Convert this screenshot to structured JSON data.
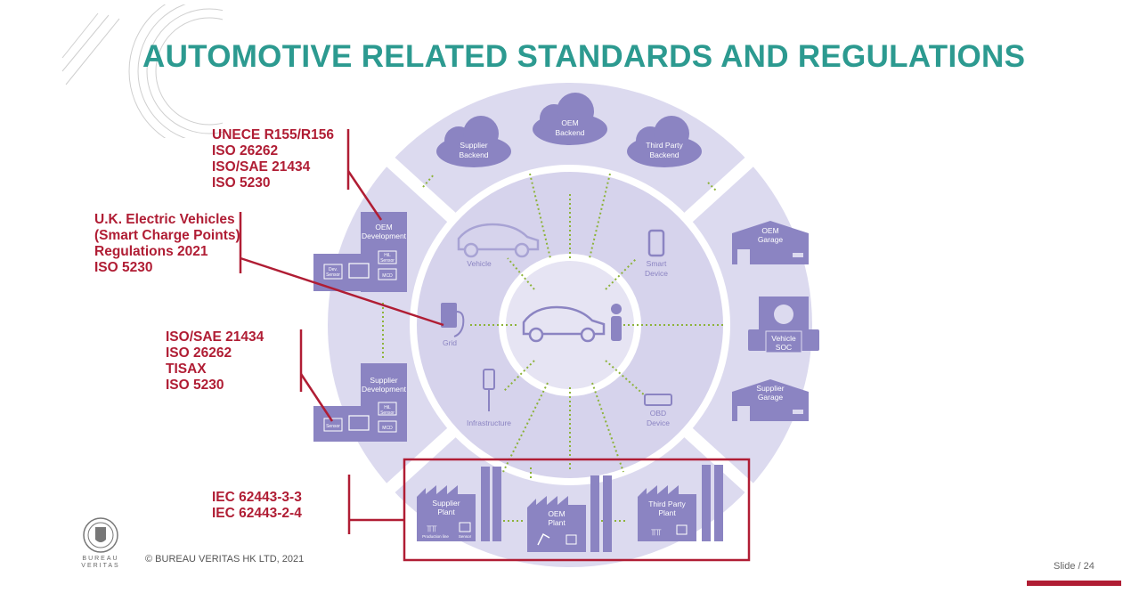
{
  "title": "AUTOMOTIVE RELATED STANDARDS AND REGULATIONS",
  "standards_groups": [
    {
      "lines": [
        "UNECE R155/R156",
        "ISO 26262",
        "ISO/SAE 21434",
        "ISO 5230"
      ]
    },
    {
      "lines": [
        "U.K. Electric Vehicles",
        "(Smart Charge Points)",
        "Regulations 2021",
        "ISO 5230"
      ]
    },
    {
      "lines": [
        "ISO/SAE 21434",
        "ISO 26262",
        "TISAX",
        "ISO 5230"
      ]
    },
    {
      "lines": [
        "IEC 62443-3-3",
        "IEC 62443-2-4"
      ]
    }
  ],
  "diagram": {
    "clouds": [
      {
        "line1": "Supplier",
        "line2": "Backend"
      },
      {
        "line1": "OEM",
        "line2": "Backend"
      },
      {
        "line1": "Third Party",
        "line2": "Backend"
      }
    ],
    "inner_nodes": {
      "vehicle": "Vehicle",
      "smart_device_1": "Smart",
      "smart_device_2": "Device",
      "grid": "Grid",
      "infrastructure": "Infrastructure",
      "obd_1": "OBD",
      "obd_2": "Device"
    },
    "oem_dev": {
      "line1": "OEM",
      "line2": "Development",
      "hil": "HiL",
      "hil2": "Sensor",
      "dev": "Dev.",
      "dev2": "Sensor",
      "mcd": "MCD"
    },
    "supplier_dev": {
      "line1": "Supplier",
      "line2": "Development",
      "hil": "HiL",
      "hil2": "Sensor",
      "sensor": "Sensor",
      "mcd": "MCD"
    },
    "garages": [
      {
        "line1": "OEM",
        "line2": "Garage"
      },
      {
        "line1": "Vehicle",
        "line2": "SOC"
      },
      {
        "line1": "Supplier",
        "line2": "Garage"
      }
    ],
    "plants": [
      {
        "line1": "Supplier",
        "line2": "Plant",
        "sub1": "Production line",
        "sub2": "Sensor"
      },
      {
        "line1": "OEM",
        "line2": "Plant"
      },
      {
        "line1": "Third Party",
        "line2": "Plant"
      }
    ]
  },
  "footer": {
    "copyright": "© BUREAU VERITAS HK LTD, 2021",
    "slide": "Slide / 24",
    "logo_text": "BUREAU VERITAS"
  },
  "colors": {
    "title": "#2c9a90",
    "standards": "#b01d34",
    "ring": "#cfcde8",
    "node": "#8b84c2",
    "arrow": "#8db33a"
  }
}
